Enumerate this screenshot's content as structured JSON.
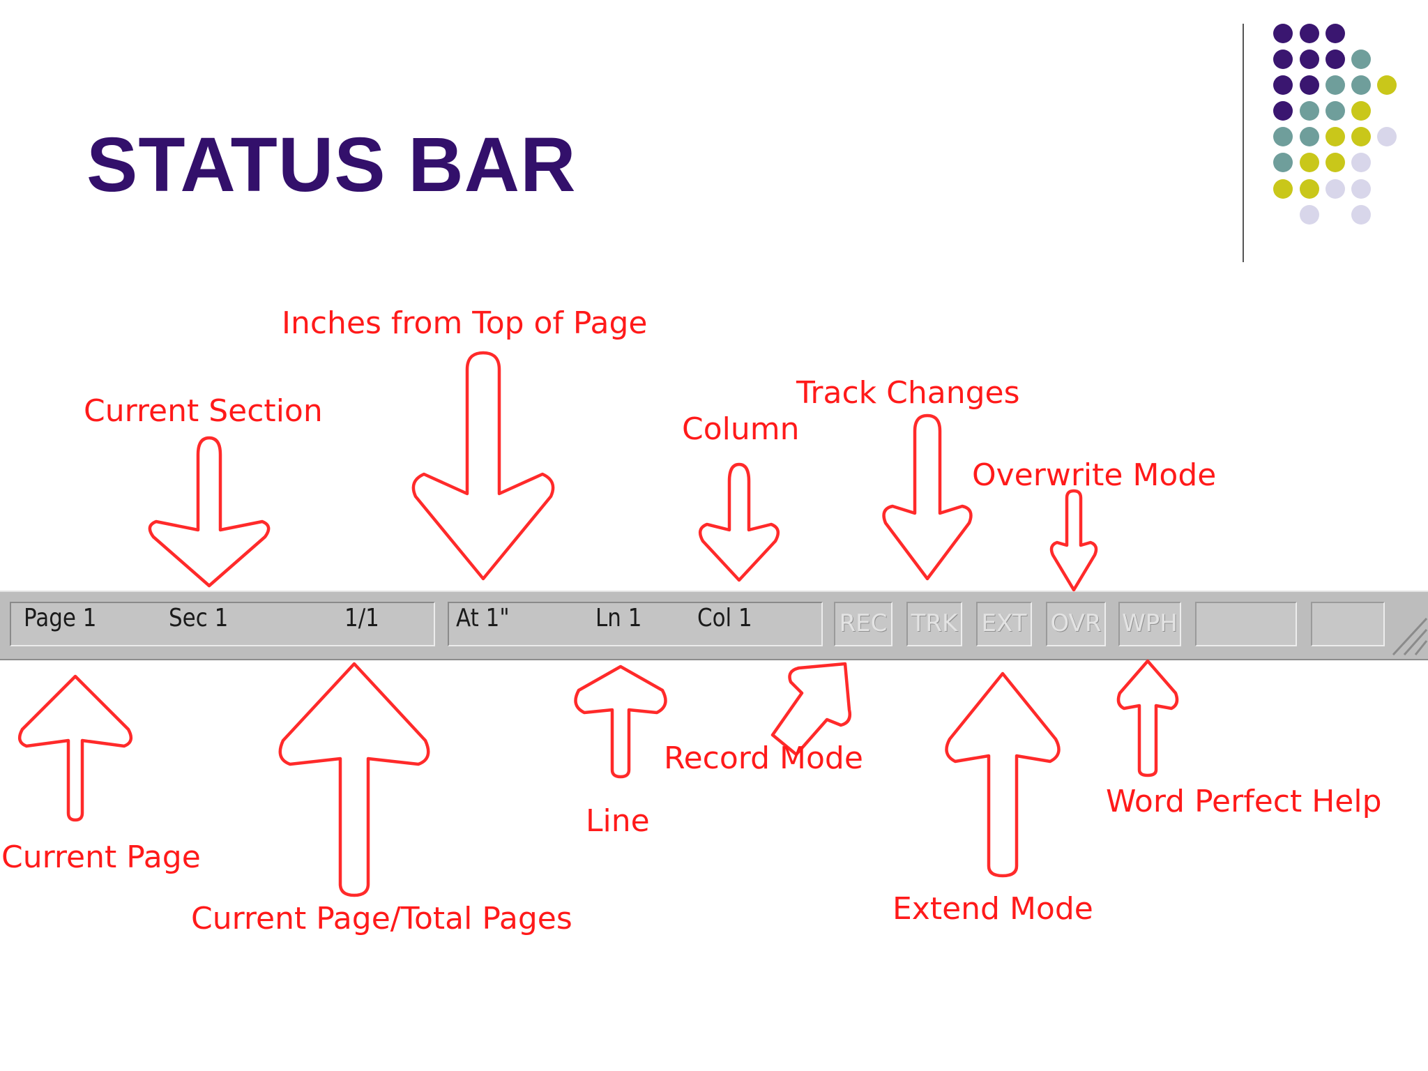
{
  "slide": {
    "title": "STATUS BAR",
    "colors": {
      "title": "#33106b",
      "annotation": "#ff1a1a",
      "dot_purple": "#3a1670",
      "dot_teal": "#6f9e9b",
      "dot_lime": "#c9c71a",
      "dot_lavender": "#d8d6ea"
    }
  },
  "status_bar": {
    "page": "Page 1",
    "section": "Sec 1",
    "page_total": "1/1",
    "at": "At 1\"",
    "line": "Ln 1",
    "column": "Col 1",
    "indicators": [
      "REC",
      "TRK",
      "EXT",
      "OVR",
      "WPH"
    ]
  },
  "annotations": {
    "inches_from_top": "Inches from Top of Page",
    "current_section": "Current Section",
    "track_changes": "Track Changes",
    "column": "Column",
    "overwrite_mode": "Overwrite Mode",
    "current_page": "Current Page",
    "current_page_total": "Current Page/Total Pages",
    "line": "Line",
    "record_mode": "Record Mode",
    "extend_mode": "Extend Mode",
    "word_perfect_help": "Word Perfect Help"
  }
}
